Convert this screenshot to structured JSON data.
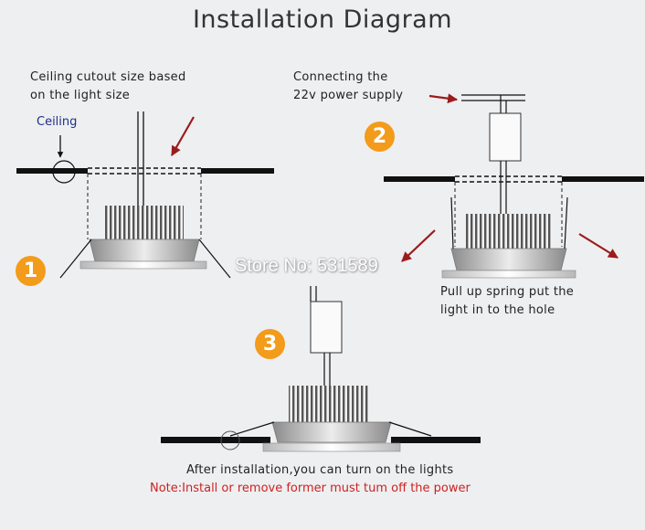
{
  "title": "Installation Diagram",
  "labels": {
    "cutout": [
      "Ceiling cutout size based",
      "on the light size"
    ],
    "ceiling": "Ceiling",
    "power": [
      "Connecting the",
      "22v power supply"
    ],
    "spring": [
      "Pull up spring put the",
      "light in to the hole"
    ],
    "after": "After installation,you can turn on the lights",
    "note": "Note:Install or remove former must tum off the power",
    "watermark": "Store No: 531589"
  },
  "steps": [
    "1",
    "2",
    "3"
  ],
  "colors": {
    "background": "#eeeff1",
    "step_badge": "#f39b1a",
    "arrow": "#9b1c1c",
    "note_text": "#cc2222",
    "ceiling_label": "#1f2f8a",
    "fixture_dark": "#8c8c8c",
    "fixture_light": "#e4e4e4"
  }
}
